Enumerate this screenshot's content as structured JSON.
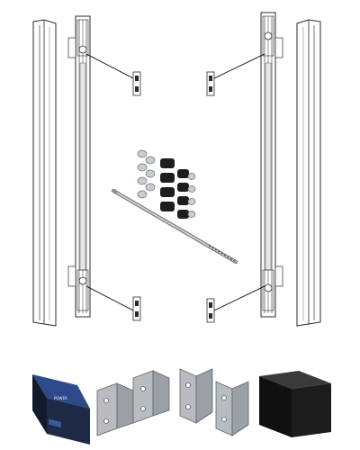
{
  "figure": {
    "view": "exploded-parts-diagram",
    "background": "#ffffff",
    "colors": {
      "line": "#2a2a2a",
      "rail_fill": "#ffffff",
      "rail_shade": "#d9d9d9",
      "metal": "#b8bcc1",
      "metal_dark": "#7d8288",
      "nut_dark": "#1d1d1d",
      "controller_body": "#1f2a44",
      "controller_face": "#2e4a8a",
      "block": "#141414"
    },
    "parts": {
      "outer_rails": {
        "icon": "vertical-channel-rail",
        "count": 2
      },
      "track_assemblies": {
        "icon": "track-with-chain-arm",
        "count": 2
      },
      "wall_brackets": {
        "icon": "mounting-bracket",
        "count": 4
      },
      "hardware_set": {
        "icon": "nuts-spacers-bolts",
        "count": 1
      },
      "drive_shaft": {
        "icon": "threaded-drive-rod",
        "count": 1
      },
      "controller": {
        "icon": "control-box",
        "count": 1,
        "label": "POWER"
      },
      "brackets_pair_left": {
        "icon": "folded-metal-bracket-pair",
        "count": 1
      },
      "brackets_pair_right": {
        "icon": "folded-metal-bracket-pair",
        "count": 1
      },
      "foam_block": {
        "icon": "black-rectangular-block",
        "count": 1
      }
    }
  }
}
